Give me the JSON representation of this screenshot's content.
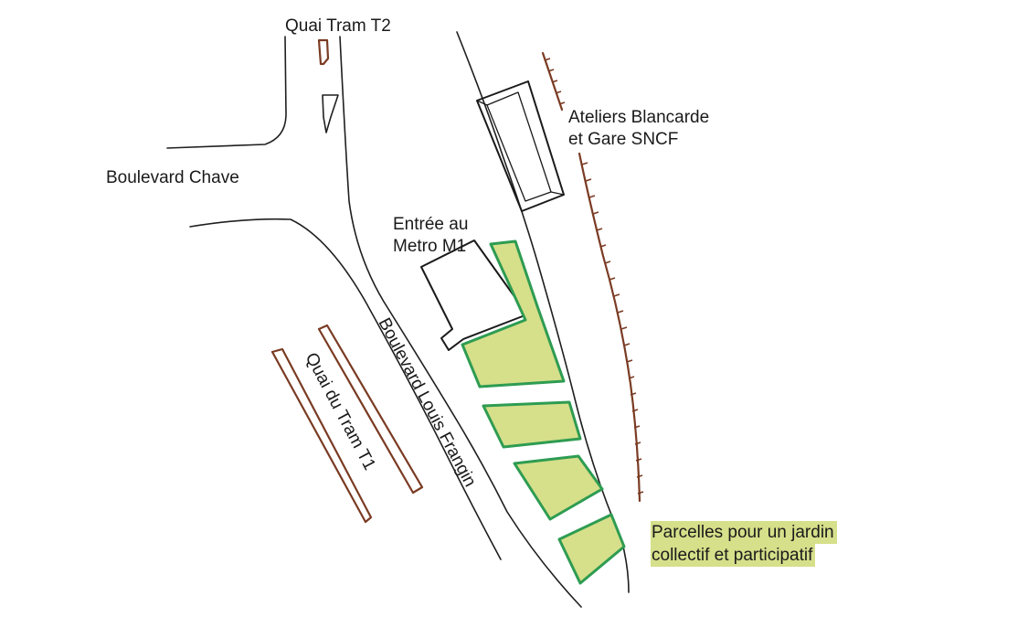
{
  "map": {
    "labels": {
      "quai_tram_t2": "Quai Tram T2",
      "boulevard_chave": "Boulevard Chave",
      "ateliers_line1": "Ateliers Blancarde",
      "ateliers_line2": "et Gare SNCF",
      "metro_line1": "Entrée au",
      "metro_line2": "Metro M1",
      "boulevard_frangin": "Boulevard Louis Frangin",
      "quai_tram_t1": "Quai du Tram T1"
    },
    "legend": {
      "line1": "Parcelles pour un jardin",
      "line2": "collectif et participatif"
    },
    "colors": {
      "plot_fill": "#d6df8a",
      "plot_stroke": "#2e9c52",
      "tram_rail": "#7a3b23",
      "roads": "#1f1f1f"
    }
  }
}
